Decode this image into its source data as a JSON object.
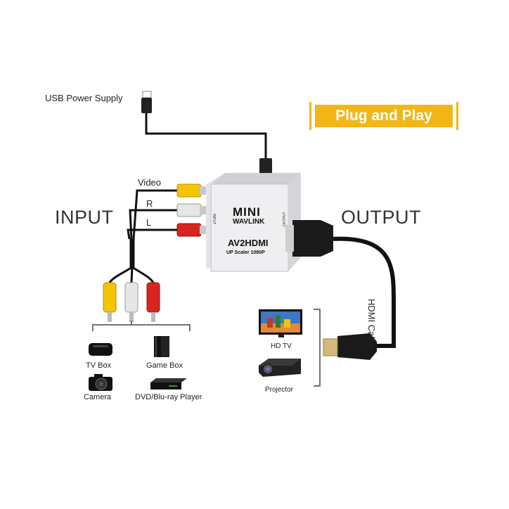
{
  "banner": {
    "text": "Plug and Play",
    "color": "#f3b617"
  },
  "labels": {
    "usb_power": "USB Power Supply",
    "input": "INPUT",
    "output": "OUTPUT",
    "video": "Video",
    "right": "R",
    "left": "L",
    "hdmi_cable": "HDMI Cable"
  },
  "device": {
    "brand_top": "MINI",
    "brand": "WAVLINK",
    "model": "AV2HDMI",
    "subtitle": "UP Scaler 1080P",
    "port_input": "INPUT",
    "port_output": "OUTPUT"
  },
  "sources": [
    {
      "name": "TV Box",
      "icon": "tv-box-icon"
    },
    {
      "name": "Game Box",
      "icon": "game-console-icon"
    },
    {
      "name": "Camera",
      "icon": "camera-icon"
    },
    {
      "name": "DVD/Blu-ray Player",
      "icon": "dvd-player-icon"
    }
  ],
  "outputs": [
    {
      "name": "HD TV",
      "icon": "tv-icon"
    },
    {
      "name": "Projector",
      "icon": "projector-icon"
    }
  ],
  "colors": {
    "video": "#f5c400",
    "audio_right": "#e6e6e6",
    "audio_left": "#d8261f"
  }
}
